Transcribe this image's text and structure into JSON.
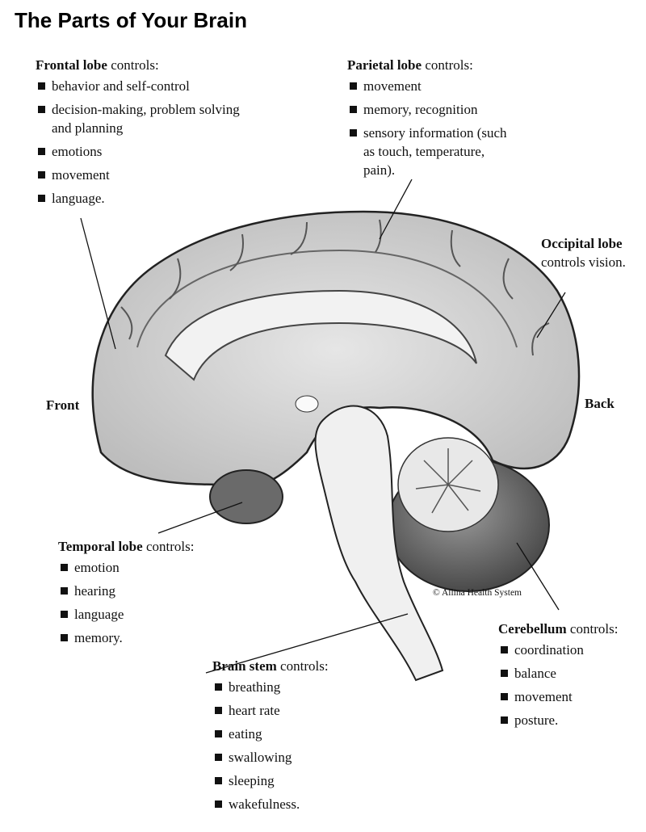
{
  "title": "The Parts of Your Brain",
  "frontal": {
    "name": "Frontal lobe",
    "suffix": " controls:",
    "items": [
      "behavior and self-control",
      "decision-making, problem solving and planning",
      "emotions",
      "movement",
      "language."
    ]
  },
  "parietal": {
    "name": "Parietal lobe",
    "suffix": " controls:",
    "items": [
      "movement",
      "memory, recognition",
      "sensory information (such as touch, temperature, pain)."
    ]
  },
  "occipital": {
    "name": "Occipital lobe",
    "suffix": " controls vision."
  },
  "temporal": {
    "name": "Temporal lobe",
    "suffix": " controls:",
    "items": [
      "emotion",
      "hearing",
      "language",
      "memory."
    ]
  },
  "cerebellum": {
    "name": "Cerebellum",
    "suffix": " controls:",
    "items": [
      "coordination",
      "balance",
      "movement",
      "posture."
    ]
  },
  "brainstem": {
    "name": "Brain stem",
    "suffix": " controls:",
    "items": [
      "breathing",
      "heart rate",
      "eating",
      "swallowing",
      "sleeping",
      "wakefulness."
    ]
  },
  "orientation": {
    "front": "Front",
    "back": "Back"
  },
  "copyright": "© Allina Health System"
}
